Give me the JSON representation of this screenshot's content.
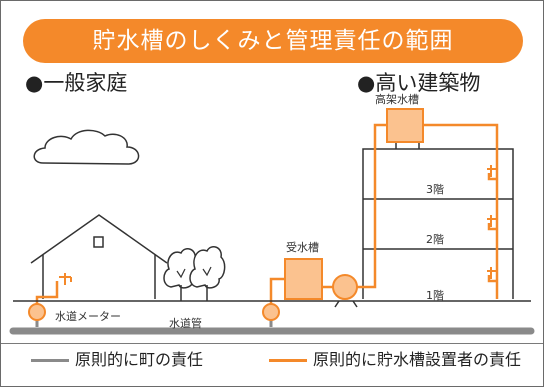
{
  "title": "貯水槽のしくみと管理責任の範囲",
  "sections": {
    "house": "●一般家庭",
    "building": "●高い建築物"
  },
  "labels": {
    "elevated_tank": "高架水槽",
    "receiving_tank": "受水槽",
    "floor3": "3階",
    "floor2": "2階",
    "floor1": "1階",
    "water_meter": "水道メーター",
    "water_main": "水道管"
  },
  "legend": {
    "gray": "原則的に町の責任",
    "orange": "原則的に貯水槽設置者の責任"
  },
  "colors": {
    "orange": "#f4892a",
    "tank_fill": "#fbc28f",
    "gray": "#8a8a8a",
    "line": "#333333"
  }
}
